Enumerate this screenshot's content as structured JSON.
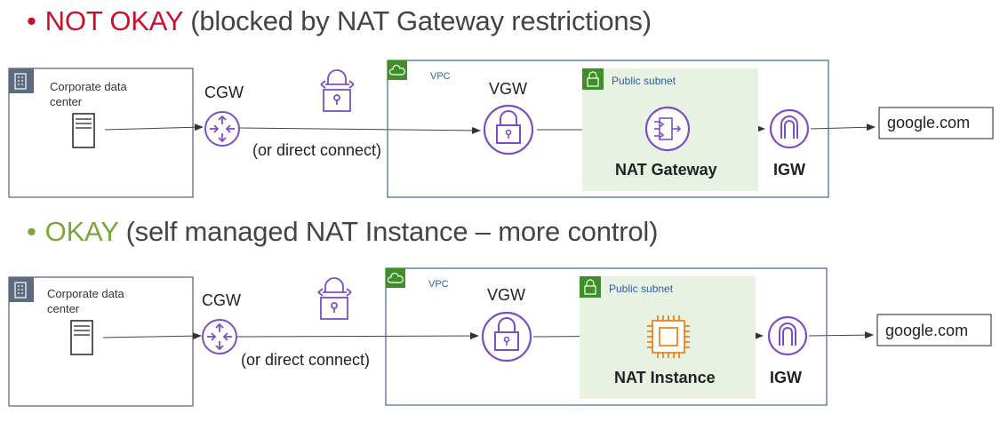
{
  "colors": {
    "not_okay": "#c8102e",
    "okay": "#7aa63d",
    "purple": "#7b4ec5",
    "orange": "#e8780b",
    "box_border": "#5c6b80",
    "vpc_border": "#4a6fa5",
    "subnet_fill": "#e8f2e2",
    "green_badge": "#3f8f29",
    "dc_badge": "#5c6b80"
  },
  "sections": [
    {
      "status": "NOT OKAY",
      "rest": "(blocked by NAT Gateway restrictions)",
      "dc_label": "Corporate data center",
      "cgw": "CGW",
      "direct_connect": "(or direct connect)",
      "vpc_label": "VPC",
      "vgw": "VGW",
      "subnet_label": "Public subnet",
      "nat_label": "NAT Gateway",
      "nat_icon": "nat-gateway-icon",
      "igw": "IGW",
      "destination": "google.com"
    },
    {
      "status": "OKAY",
      "rest": "(self managed NAT Instance – more control)",
      "dc_label": "Corporate data center",
      "cgw": "CGW",
      "direct_connect": "(or direct connect)",
      "vpc_label": "VPC",
      "vgw": "VGW",
      "subnet_label": "Public subnet",
      "nat_label": "NAT Instance",
      "nat_icon": "ec2-instance-icon",
      "igw": "IGW",
      "destination": "google.com"
    }
  ]
}
